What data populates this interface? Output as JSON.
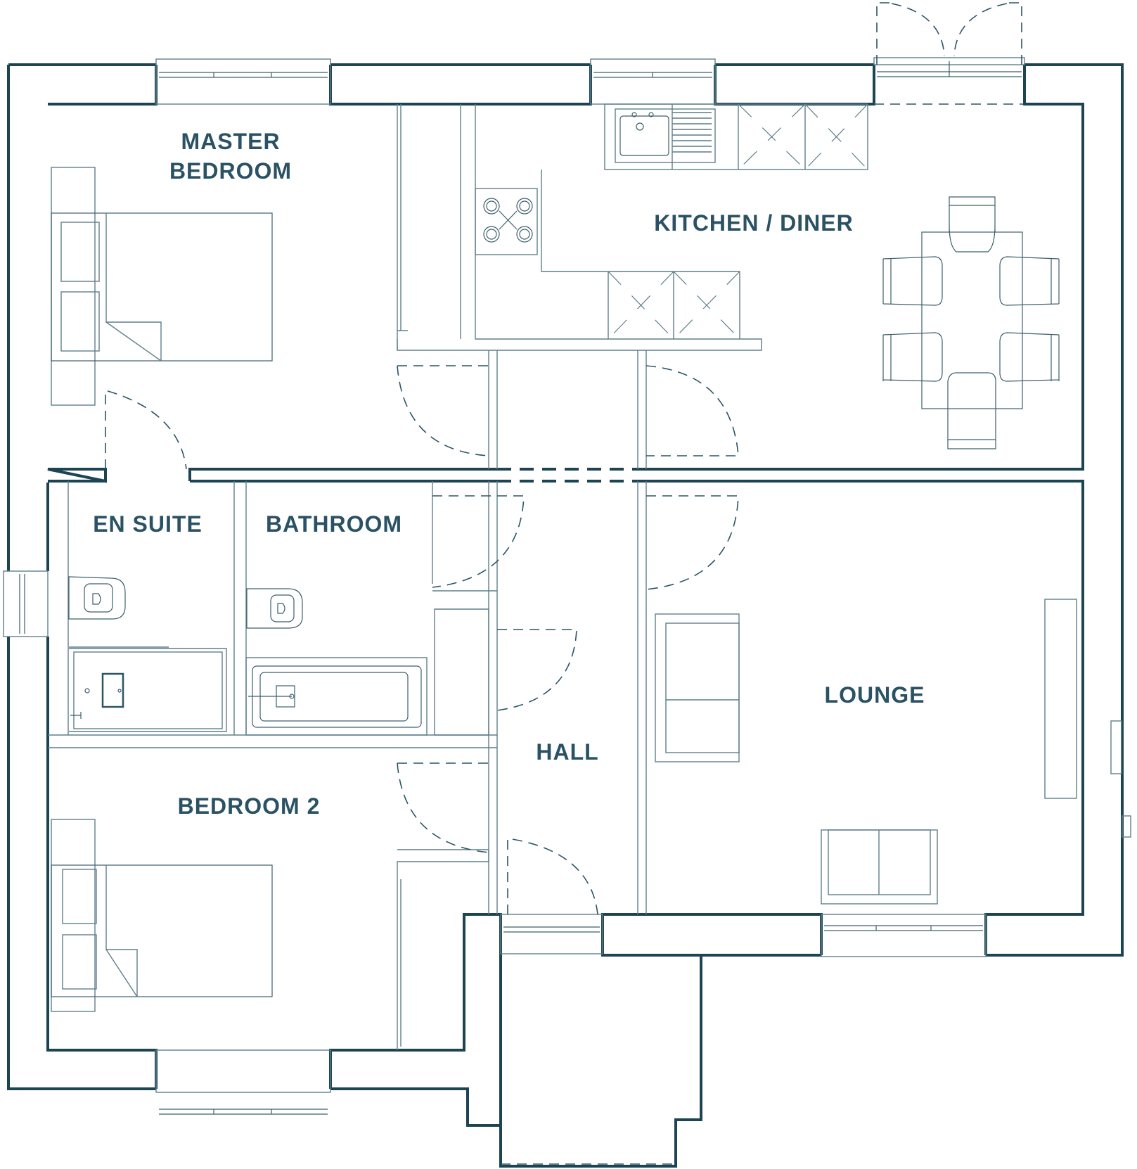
{
  "plan": {
    "colors": {
      "wall": "#1d4453",
      "fixture": "#5f7f8b",
      "label": "#2a5264",
      "background": "#ffffff"
    },
    "rooms": {
      "master_bedroom": {
        "line1": "MASTER",
        "line2": "BEDROOM"
      },
      "kitchen_diner": {
        "label": "KITCHEN / DINER"
      },
      "en_suite": {
        "label": "EN SUITE"
      },
      "bathroom": {
        "label": "BATHROOM"
      },
      "lounge": {
        "label": "LOUNGE"
      },
      "hall": {
        "label": "HALL"
      },
      "bedroom_2": {
        "label": "BEDROOM 2"
      }
    },
    "fixtures": [
      "double-bed",
      "double-bed",
      "sink",
      "hob",
      "kitchen-units",
      "dining-table",
      "chairs",
      "toilet",
      "toilet",
      "shower-tray",
      "bath",
      "sofa",
      "sofa",
      "wardrobe",
      "french-doors",
      "windows"
    ]
  }
}
